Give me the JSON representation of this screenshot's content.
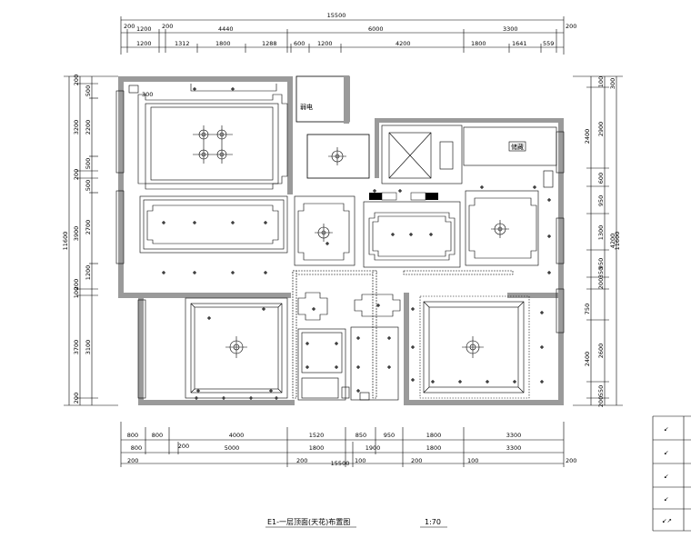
{
  "title": "E1-一层顶面(天花)布置图",
  "scale": "1:70",
  "dims_top": {
    "overall": "15500",
    "row1": [
      "200",
      "1200",
      "200",
      "4440",
      "6000",
      "3300",
      "200"
    ],
    "row2": [
      "1200",
      "1312",
      "1800",
      "1288",
      "600",
      "1200",
      "4200",
      "1800",
      "1641",
      "559"
    ]
  },
  "dims_bottom": {
    "overall": "15500",
    "row1": [
      "800",
      "800",
      "4000",
      "1520",
      "850",
      "950",
      "1800",
      "3300"
    ],
    "row2": [
      "800",
      "200",
      "5000",
      "1800",
      "1900",
      "1800",
      "3300"
    ],
    "row3": [
      "200",
      "200",
      "100",
      "200",
      "100",
      "200"
    ]
  },
  "dims_left": {
    "overall": "11600",
    "outer": [
      "200",
      "3200",
      "200",
      "3900",
      "200",
      "100",
      "3700",
      "200"
    ],
    "inner": [
      "500",
      "2200",
      "500",
      "500",
      "2700",
      "1200",
      "3100"
    ]
  },
  "dims_right": {
    "overall": "11600",
    "outer": [
      "100",
      "2900",
      "600",
      "950",
      "1300",
      "950",
      "200",
      "350",
      "2600",
      "550",
      "200"
    ],
    "inner": [
      "300",
      "2400",
      "4200",
      "750",
      "2400"
    ]
  },
  "rooms": {
    "weak_current": "弱电",
    "storage": "储藏",
    "small_dim": "300"
  },
  "legend_glyphs": [
    "↙",
    "↙",
    "↙",
    "↙",
    "↙↗"
  ]
}
